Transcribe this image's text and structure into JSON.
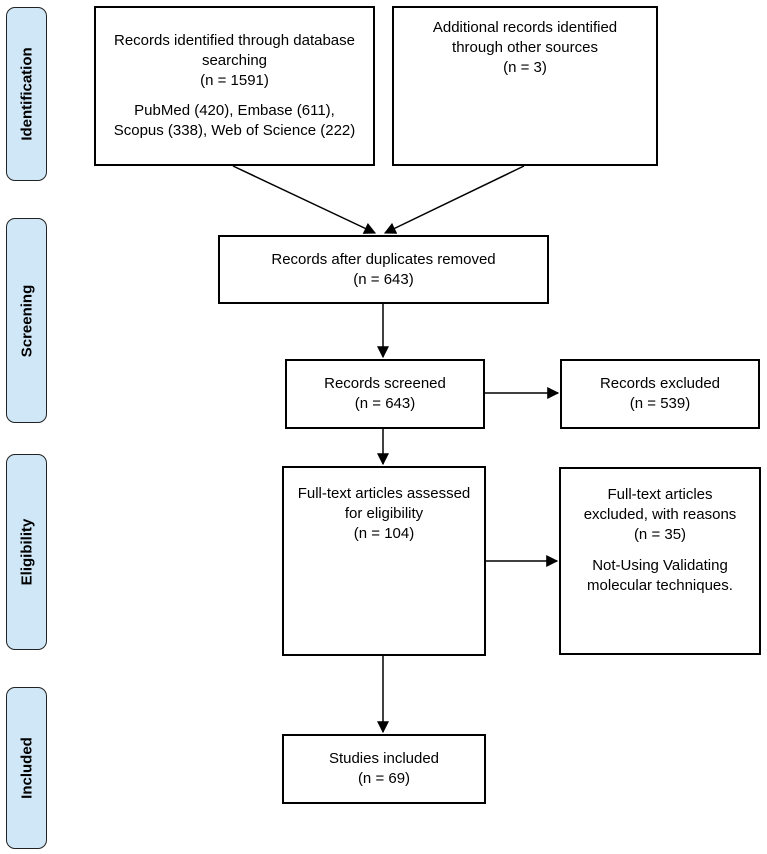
{
  "phases": {
    "identification": "Identification",
    "screening": "Screening",
    "eligibility": "Eligibility",
    "included": "Included"
  },
  "boxes": {
    "database_search": {
      "line1": "Records identified through database",
      "line2": "searching",
      "count": "(n = 1591)",
      "sources_line1": "PubMed (420), Embase (611),",
      "sources_line2": "Scopus (338), Web of Science (222)"
    },
    "other_sources": {
      "line1": "Additional records identified",
      "line2": "through other sources",
      "count": "(n = 3)"
    },
    "duplicates_removed": {
      "line1": "Records after duplicates removed",
      "count": "(n = 643)"
    },
    "screened": {
      "line1": "Records screened",
      "count": "(n = 643)"
    },
    "excluded": {
      "line1": "Records excluded",
      "count": "(n = 539)"
    },
    "fulltext_assessed": {
      "line1": "Full-text articles assessed",
      "line2": "for eligibility",
      "count": "(n = 104)"
    },
    "fulltext_excluded": {
      "line1": "Full-text articles",
      "line2": "excluded, with reasons",
      "count": "(n = 35)",
      "reason_line1": "Not-Using Validating",
      "reason_line2": "molecular techniques."
    },
    "included": {
      "line1": "Studies included",
      "count": "(n = 69)"
    }
  },
  "colors": {
    "phase_fill": "#cfe7f6",
    "border": "#000000"
  }
}
